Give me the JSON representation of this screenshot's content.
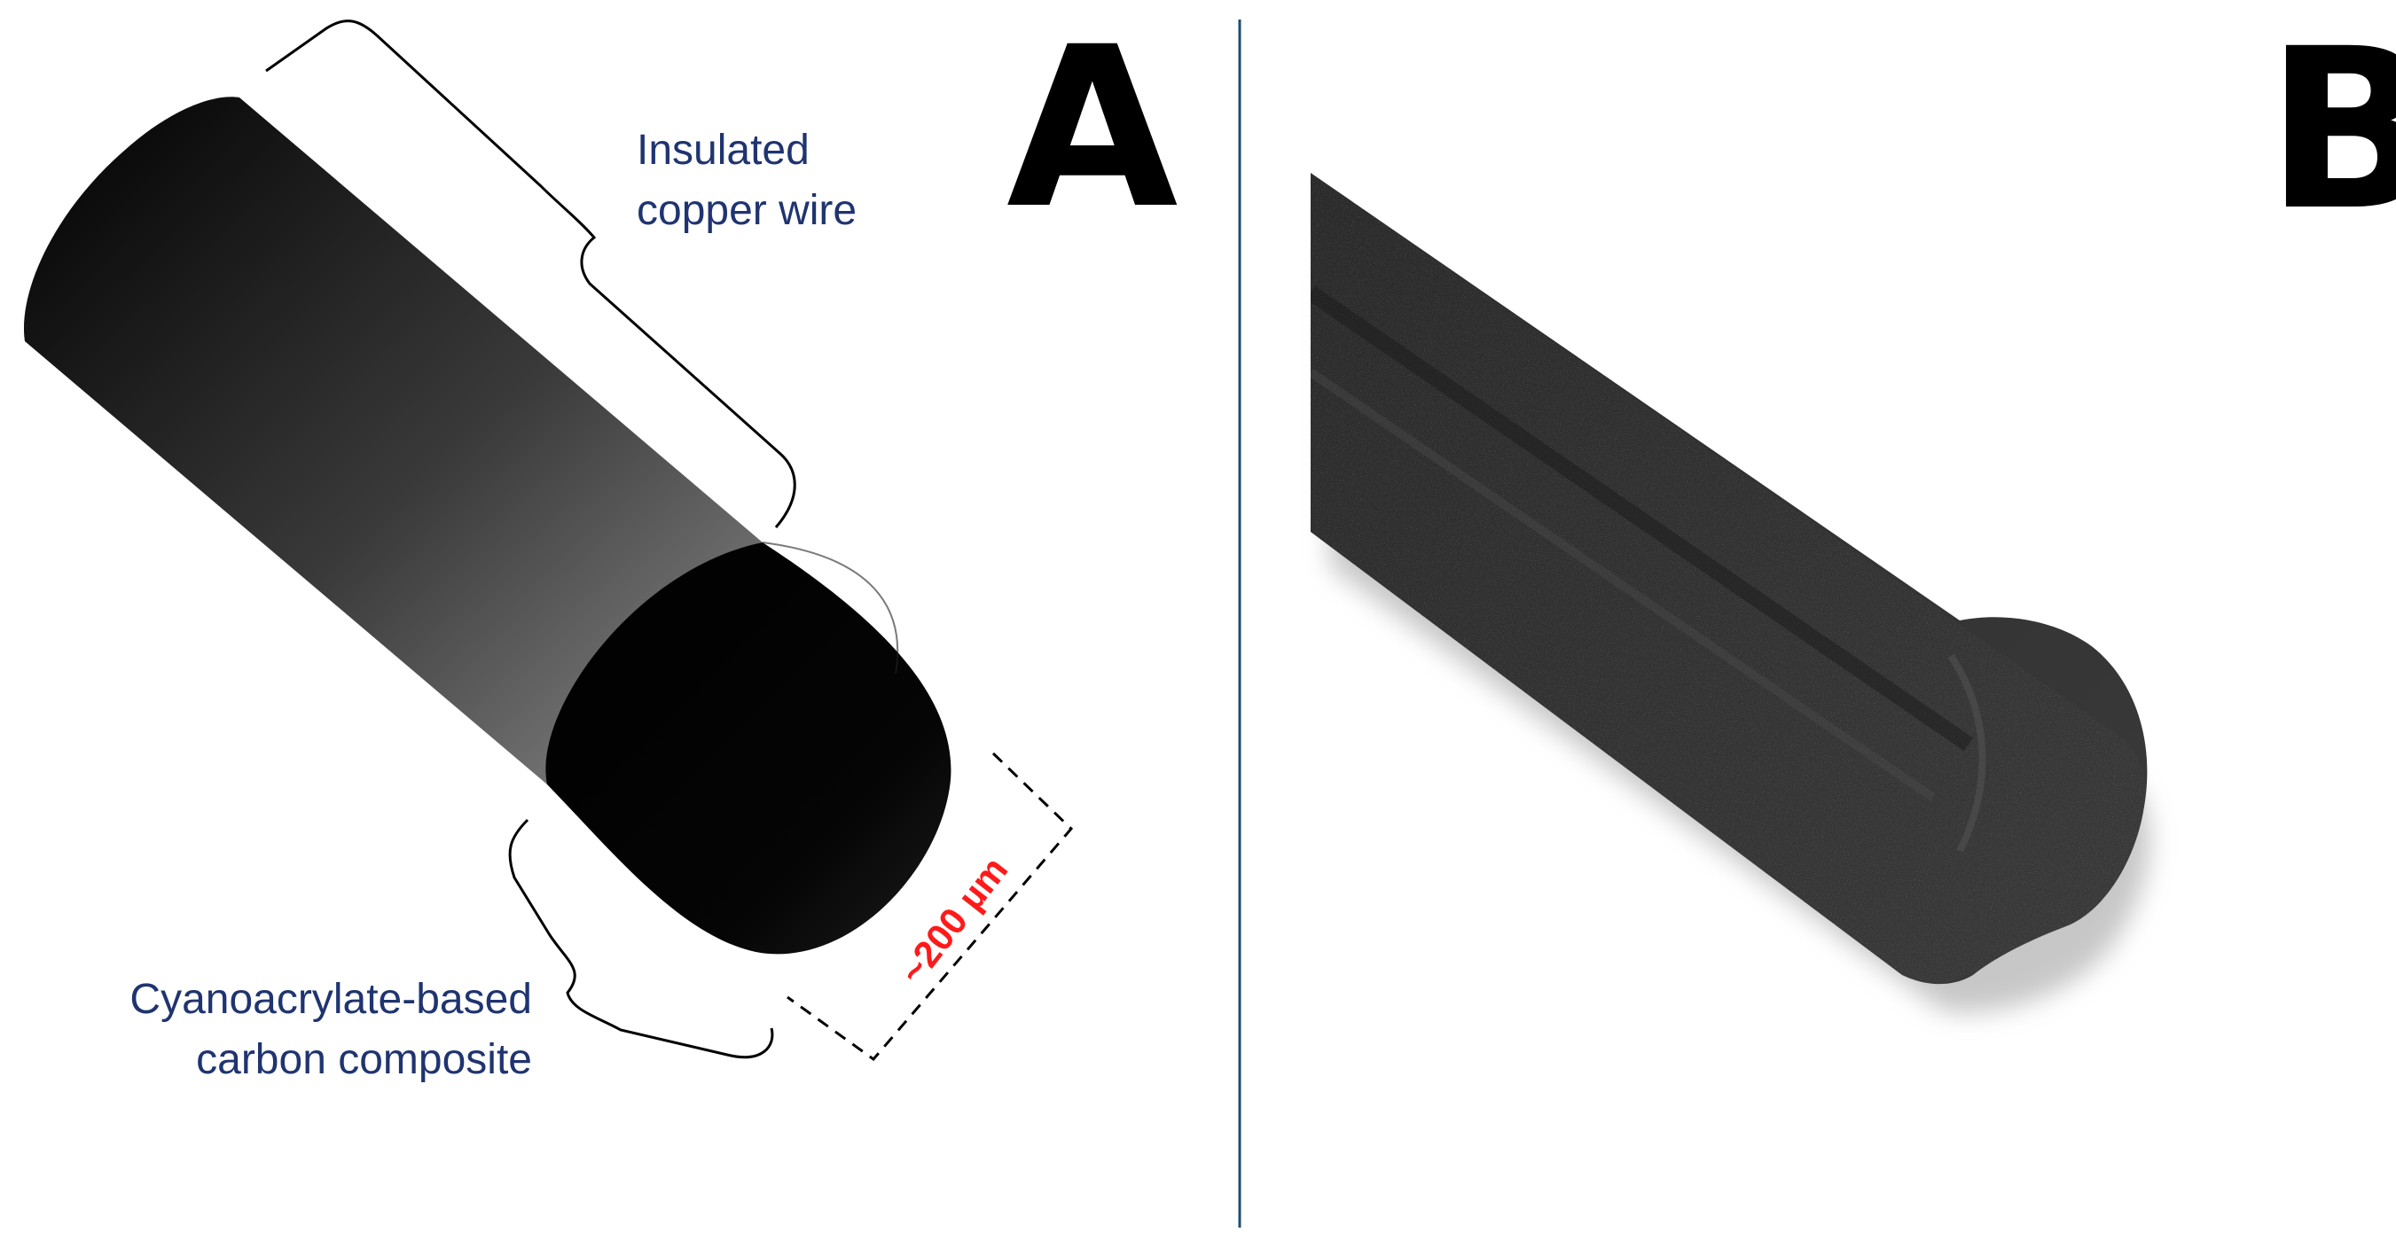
{
  "panels": {
    "a": {
      "letter": "A"
    },
    "b": {
      "letter": "B"
    }
  },
  "labels": {
    "insulated_wire": {
      "line1": "Insulated",
      "line2": "copper wire"
    },
    "composite": {
      "line1": "Cyanoacrylate-based",
      "line2": "carbon composite"
    }
  },
  "scale": {
    "text": "~200 µm",
    "color": "#ff1a1a"
  },
  "colors": {
    "label_text": "#1f3470",
    "divider": "#1f4e6e",
    "letters": "#000000"
  }
}
